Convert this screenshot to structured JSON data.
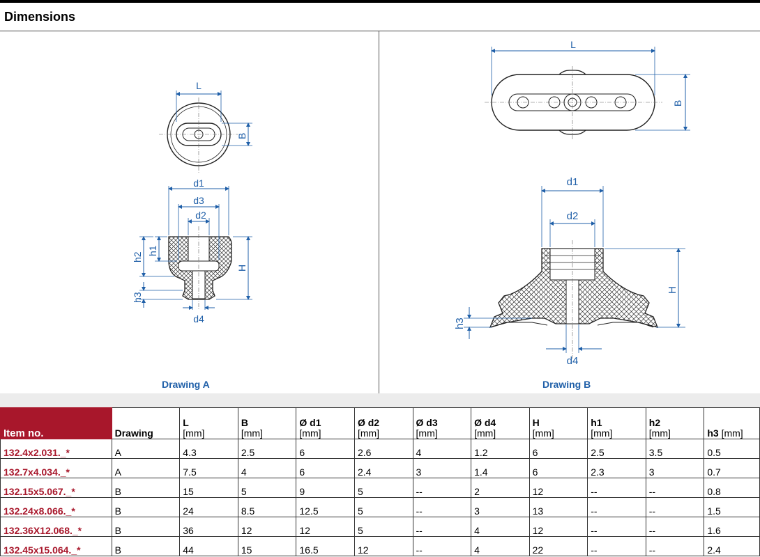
{
  "section_title": "Dimensions",
  "drawing_a": {
    "caption": "Drawing A",
    "labels": {
      "L": "L",
      "B": "B",
      "d1": "d1",
      "d2": "d2",
      "d3": "d3",
      "d4": "d4",
      "H": "H",
      "h1": "h1",
      "h2": "h2",
      "h3": "h3"
    }
  },
  "drawing_b": {
    "caption": "Drawing B",
    "labels": {
      "L": "L",
      "B": "B",
      "d1": "d1",
      "d2": "d2",
      "d4": "d4",
      "H": "H",
      "h3": "h3"
    }
  },
  "table": {
    "headers": [
      {
        "name": "Item no.",
        "unit": ""
      },
      {
        "name": "Drawing",
        "unit": ""
      },
      {
        "name": "L",
        "unit": "[mm]"
      },
      {
        "name": "B",
        "unit": "[mm]"
      },
      {
        "name": "Ø d1",
        "unit": "[mm]"
      },
      {
        "name": "Ø d2",
        "unit": "[mm]"
      },
      {
        "name": "Ø d3",
        "unit": "[mm]"
      },
      {
        "name": "Ø d4",
        "unit": "[mm]"
      },
      {
        "name": "H",
        "unit": "[mm]"
      },
      {
        "name": "h1",
        "unit": "[mm]"
      },
      {
        "name": "h2",
        "unit": "[mm]"
      },
      {
        "name": "h3",
        "unit": "[mm]"
      }
    ],
    "rows": [
      [
        "132.4x2.031._*",
        "A",
        "4.3",
        "2.5",
        "6",
        "2.6",
        "4",
        "1.2",
        "6",
        "2.5",
        "3.5",
        "0.5"
      ],
      [
        "132.7x4.034._*",
        "A",
        "7.5",
        "4",
        "6",
        "2.4",
        "3",
        "1.4",
        "6",
        "2.3",
        "3",
        "0.7"
      ],
      [
        "132.15x5.067._*",
        "B",
        "15",
        "5",
        "9",
        "5",
        "--",
        "2",
        "12",
        "--",
        "--",
        "0.8"
      ],
      [
        "132.24x8.066._*",
        "B",
        "24",
        "8.5",
        "12.5",
        "5",
        "--",
        "3",
        "13",
        "--",
        "--",
        "1.5"
      ],
      [
        "132.36X12.068._*",
        "B",
        "36",
        "12",
        "12",
        "5",
        "--",
        "4",
        "12",
        "--",
        "--",
        "1.6"
      ],
      [
        "132.45x15.064._*",
        "B",
        "44",
        "15",
        "16.5",
        "12",
        "--",
        "4",
        "22",
        "--",
        "--",
        "2.4"
      ]
    ]
  }
}
